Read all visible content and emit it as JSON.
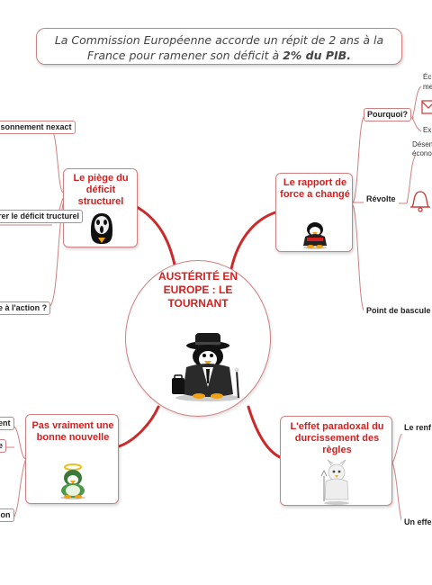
{
  "headline": {
    "text": "La Commission Européenne accorde un répit de 2 ans à la France pour ramener son déficit à ",
    "bold": "2% du PIB."
  },
  "center": {
    "title": "AUSTÉRITÉ EN EUROPE : LE TOURNANT",
    "icon": "penguin-mafia-icon"
  },
  "branches": {
    "top_left": {
      "title": "Le piège du déficit structurel",
      "icon": "scream-penguin-icon",
      "leaves": [
        "isonnement nexact",
        "rer le déficit tructurel",
        "e à l'action ?"
      ]
    },
    "top_right": {
      "title": "Le rapport de force a changé",
      "icon": "penguin-icon",
      "leaves": [
        "Pourquoi?",
        "Révolte",
        "Point de bascule"
      ],
      "sub": [
        "Éc",
        "me",
        "Ex",
        "Désen",
        "écono"
      ]
    },
    "bottom_left": {
      "title": "Pas vraiment une bonne nouvelle",
      "icon": "angel-penguin-icon",
      "leaves": [
        "ent",
        "e",
        "ion"
      ]
    },
    "bottom_right": {
      "title": "L'effet paradoxal du durcissement des règles",
      "icon": "ghost-penguin-icon",
      "leaves": [
        "Le renf",
        "Un effe"
      ]
    }
  },
  "colors": {
    "accent": "#d21f1f",
    "line": "#cc2a2a",
    "border": "#d08080"
  }
}
